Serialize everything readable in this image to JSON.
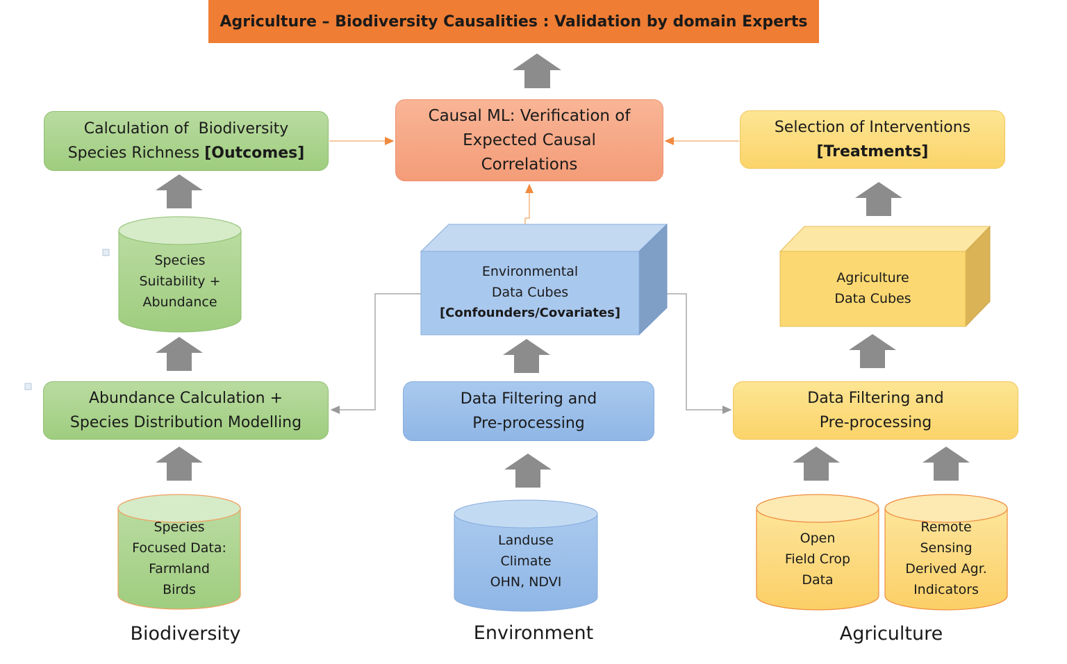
{
  "title": "Agriculture – Biodiversity Causalities : Validation by domain Experts",
  "causal_ml": [
    "Causal ML: Verification of",
    "Expected Causal",
    "Correlations"
  ],
  "biodiversity": {
    "outcomes": {
      "line1": "Calculation of  Biodiversity",
      "line2": "Species Richness ",
      "tag": "[Outcomes]"
    },
    "suitability_db": [
      "Species",
      "Suitability +",
      "Abundance"
    ],
    "modelling": [
      "Abundance Calculation +",
      "Species Distribution Modelling"
    ],
    "source_db": [
      "Species",
      "Focused Data:",
      "Farmland",
      "Birds"
    ],
    "label": "Biodiversity"
  },
  "environment": {
    "cube": {
      "line1": "Environmental",
      "line2": "Data Cubes",
      "tag": "[Confounders/Covariates]"
    },
    "filtering": [
      "Data Filtering and",
      "Pre-processing"
    ],
    "source_db": [
      "Landuse",
      "Climate",
      "OHN, NDVI"
    ],
    "label": "Environment"
  },
  "agriculture": {
    "treatments": {
      "line1": "Selection of Interventions",
      "tag": "[Treatments]"
    },
    "cube": [
      "Agriculture",
      "Data Cubes"
    ],
    "filtering": [
      "Data Filtering and",
      "Pre-processing"
    ],
    "source_db_1": [
      "Open",
      "Field Crop",
      "Data"
    ],
    "source_db_2": [
      "Remote",
      "Sensing",
      "Derived Agr.",
      "Indicators"
    ],
    "label": "Agriculture"
  },
  "colors": {
    "title_bg": "#ef7d33",
    "green": "#a6d18a",
    "blue": "#93b8e6",
    "yellow": "#fcd86f",
    "salmon": "#f5a583",
    "arrow_gray": "#8c8c8c",
    "link_orange": "#f0a060",
    "link_gray": "#a0a0a0"
  }
}
